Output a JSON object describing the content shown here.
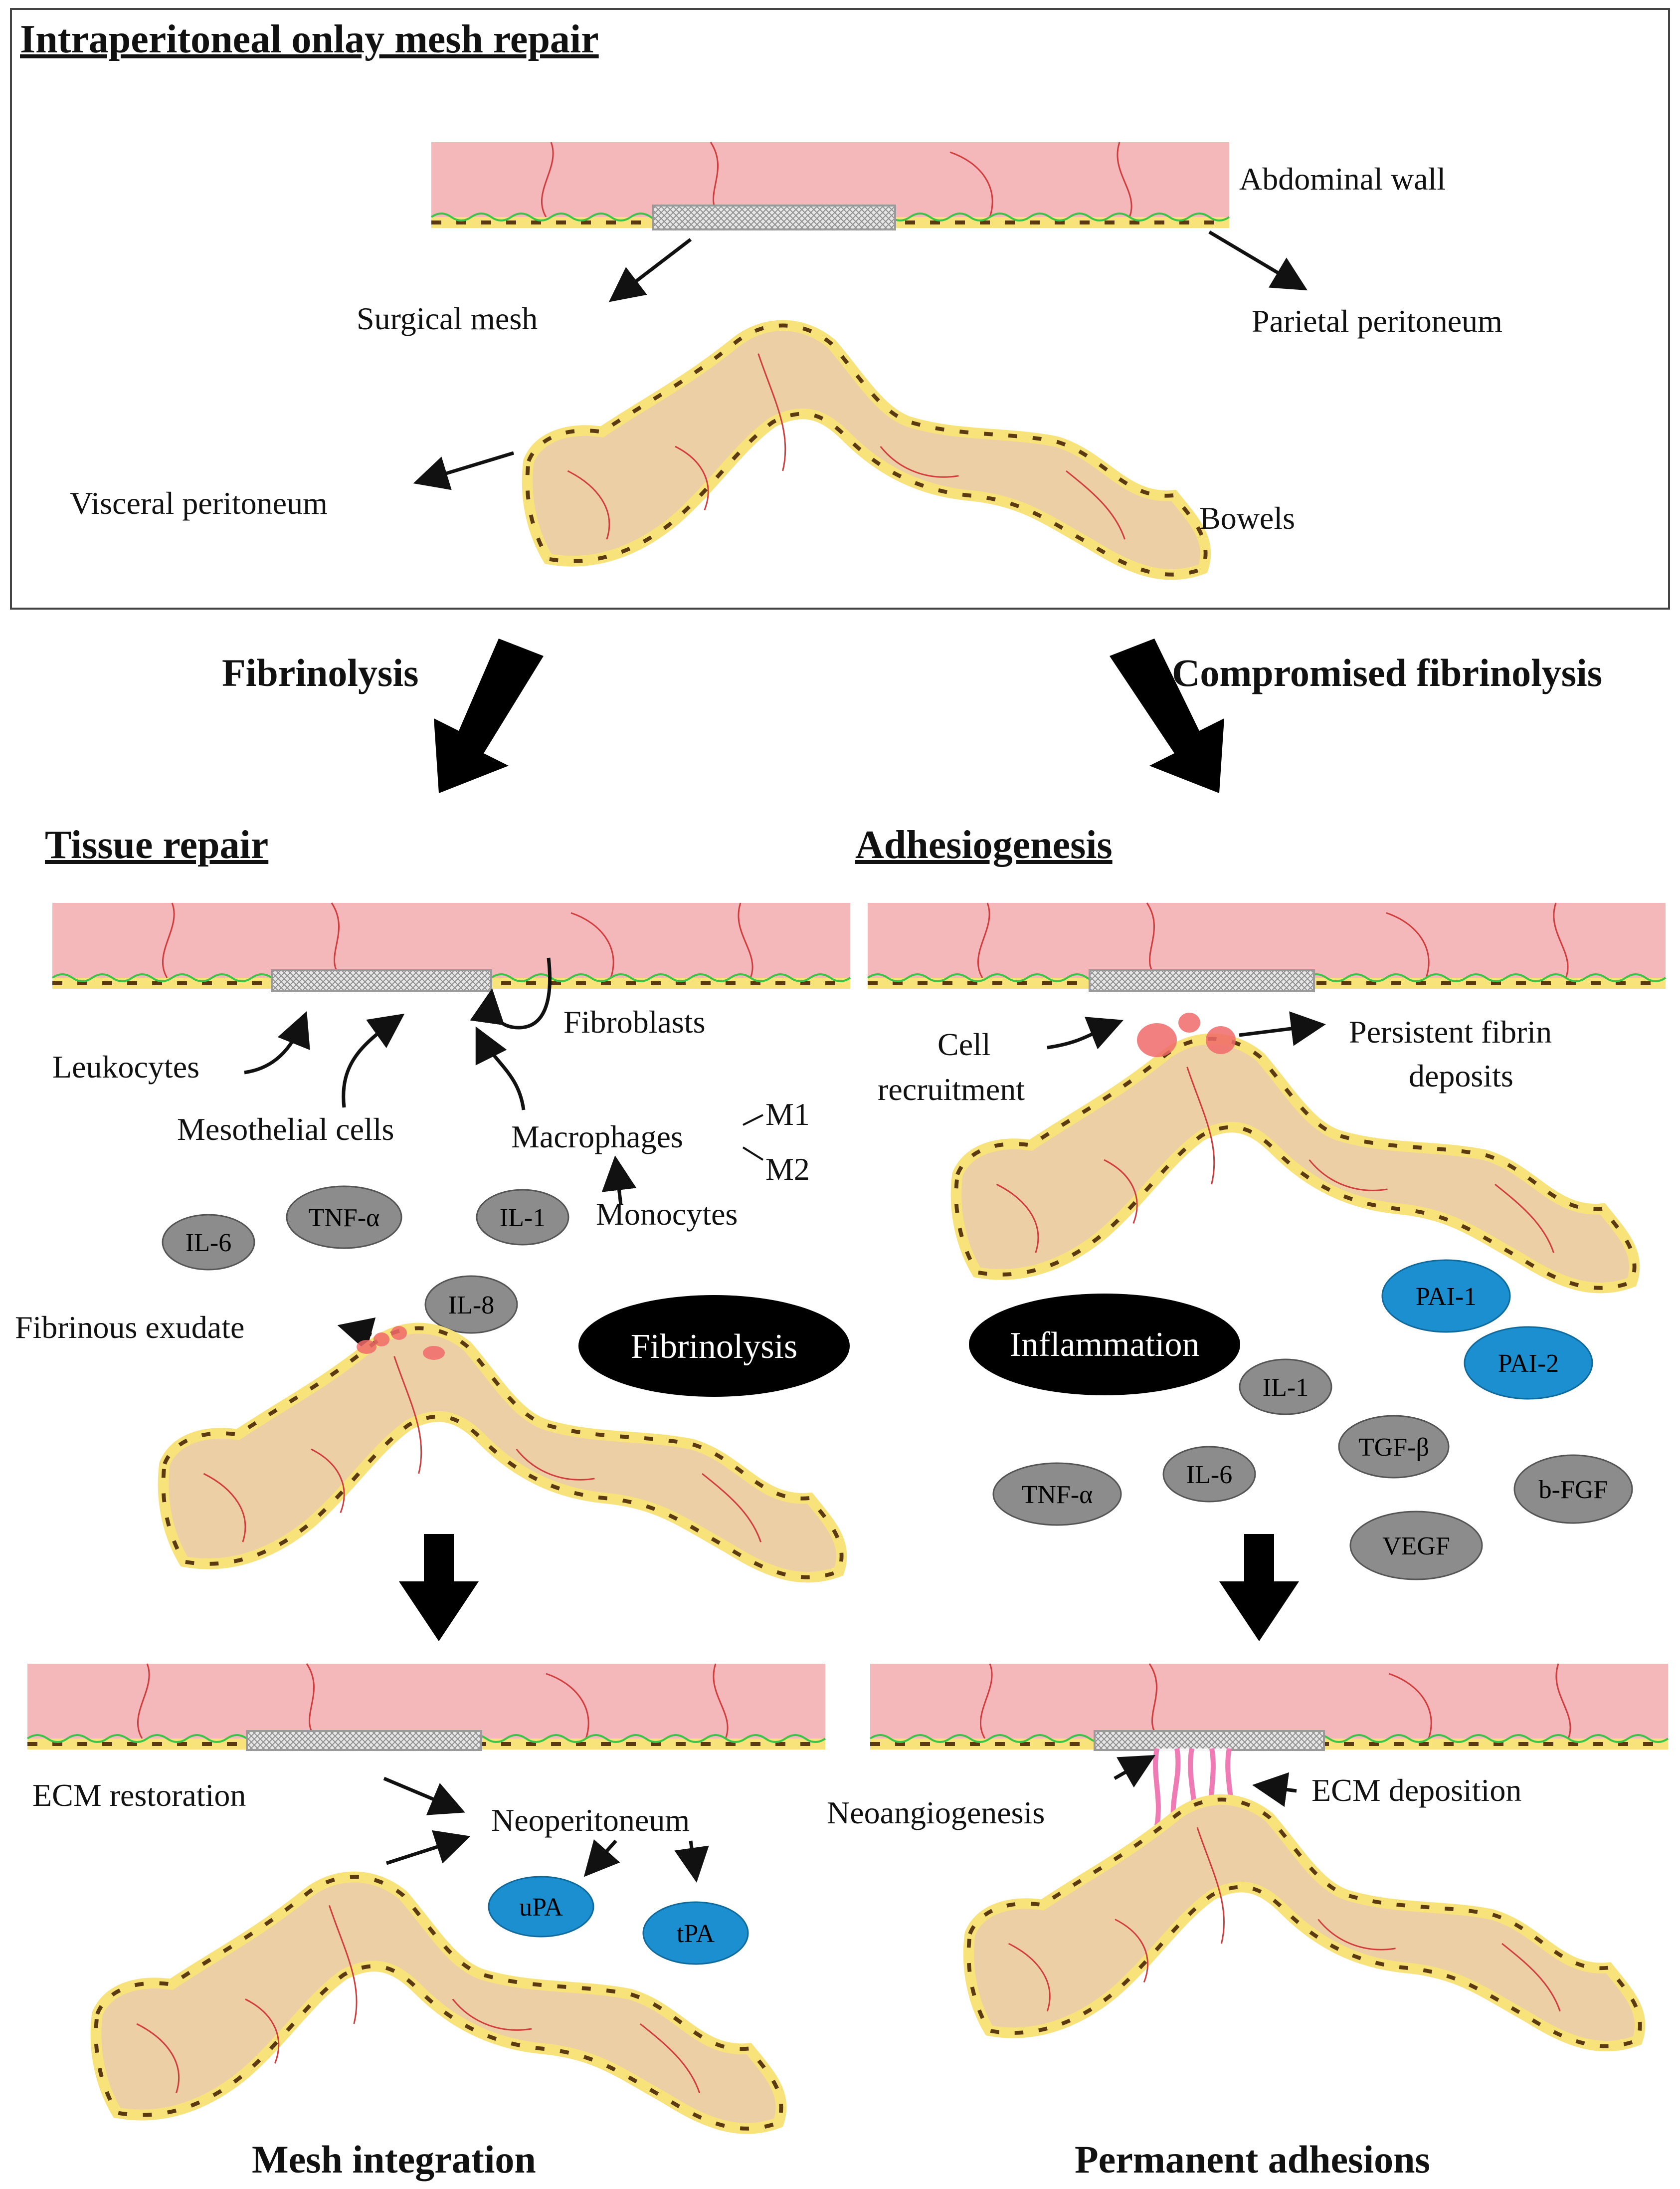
{
  "top": {
    "title": "Intraperitoneal onlay mesh repair",
    "abdominal_wall": "Abdominal wall",
    "surgical_mesh": "Surgical mesh",
    "parietal_peritoneum": "Parietal peritoneum",
    "visceral_peritoneum": "Visceral peritoneum",
    "bowels": "Bowels"
  },
  "transitions": {
    "left": "Fibrinolysis",
    "right": "Compromised fibrinolysis"
  },
  "left": {
    "title": "Tissue repair",
    "fibroblasts": "Fibroblasts",
    "leukocytes": "Leukocytes",
    "mesothelial_cells": "Mesothelial cells",
    "macrophages": "Macrophages",
    "m1": "M1",
    "m2": "M2",
    "monocytes": "Monocytes",
    "fibrinous_exudate": "Fibrinous exudate",
    "il6": "IL-6",
    "tnf": "TNF-α",
    "il1": "IL-1",
    "il8": "IL-8",
    "fibrinolysis_badge": "Fibrinolysis",
    "ecm_restoration": "ECM restoration",
    "neoperitoneum": "Neoperitoneum",
    "upa": "uPA",
    "tpa": "tPA",
    "bottom_title": "Mesh integration"
  },
  "right": {
    "title": "Adhesiogenesis",
    "cell_recruitment_1": "Cell",
    "cell_recruitment_2": "recruitment",
    "persistent_1": "Persistent fibrin",
    "persistent_2": "deposits",
    "pai1": "PAI-1",
    "pai2": "PAI-2",
    "inflammation_badge": "Inflammation",
    "il1": "IL-1",
    "tgf": "TGF-β",
    "il6": "IL-6",
    "tnf": "TNF-α",
    "bfgf": "b-FGF",
    "vegf": "VEGF",
    "neoangiogenesis": "Neoangiogenesis",
    "ecm_deposition": "ECM deposition",
    "bottom_title": "Permanent adhesions"
  },
  "colors": {
    "tissue_pink": "#f4b8bb",
    "bowel_tan": "#edcfa6",
    "cell_yellow": "#f8e27a",
    "nucleus_brown": "#5b3a12",
    "cytokine_grey": "#8c8c8c",
    "enzyme_blue": "#1c8fd0",
    "badge_black": "#000000",
    "fibrin_red": "#f06a6a"
  }
}
